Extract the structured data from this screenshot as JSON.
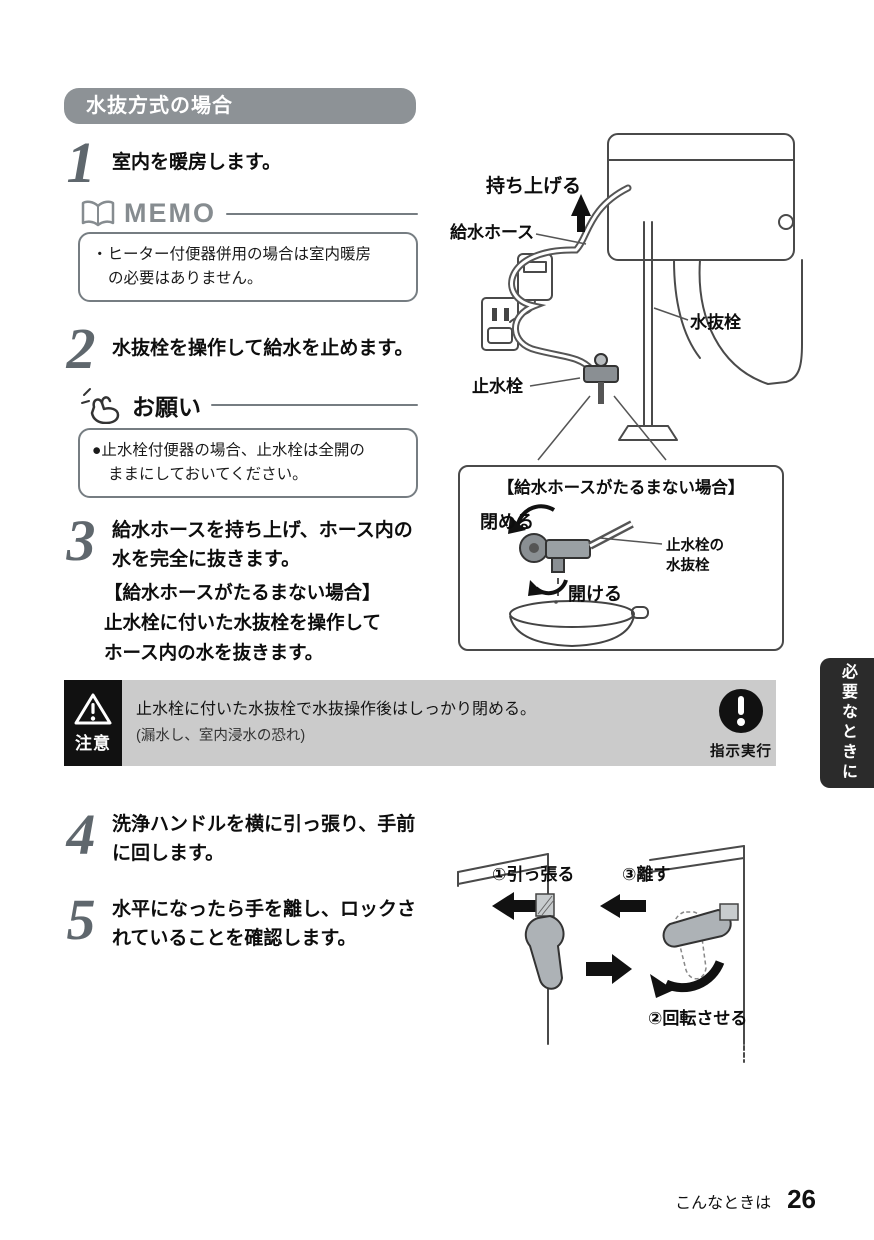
{
  "header": {
    "section_title": "水抜方式の場合"
  },
  "steps": {
    "s1": {
      "num": "1",
      "line1": "室内を暖房します。"
    },
    "s2": {
      "num": "2",
      "line1": "水抜栓を操作して給水を止めます。"
    },
    "s3": {
      "num": "3",
      "line1": "給水ホースを持ち上げ、ホース内の",
      "line2": "水を完全に抜きます。",
      "sub1": "【給水ホースがたるまない場合】",
      "sub2": "止水栓に付いた水抜栓を操作して",
      "sub3": "ホース内の水を抜きます。"
    },
    "s4": {
      "num": "4",
      "line1": "洗浄ハンドルを横に引っ張り、手前",
      "line2": "に回します。"
    },
    "s5": {
      "num": "5",
      "line1": "水平になったら手を離し、ロックさ",
      "line2": "れていることを確認します。"
    }
  },
  "memo": {
    "title": "MEMO",
    "line1": "・ヒーター付便器併用の場合は室内暖房",
    "line2": "の必要はありません。"
  },
  "onegai": {
    "title": "お願い",
    "line1": "●止水栓付便器の場合、止水栓は全開の",
    "line2": "ままにしておいてください。"
  },
  "caution": {
    "label": "注意",
    "line1": "止水栓に付いた水抜栓で水抜操作後はしっかり閉める。",
    "line2": "(漏水し、室内浸水の恐れ)",
    "badge": "指示実行"
  },
  "diagram_top": {
    "lift": "持ち上げる",
    "hose": "給水ホース",
    "drain_valve": "水抜栓",
    "stop_valve": "止水栓",
    "callout_title": "【給水ホースがたるまない場合】",
    "close": "閉める",
    "open": "開ける",
    "valve_label_1": "止水栓の",
    "valve_label_2": "水抜栓"
  },
  "diagram_bottom": {
    "pull": "①引っ張る",
    "release": "③離す",
    "rotate": "②回転させる"
  },
  "side_tab": {
    "label": "必要なときに"
  },
  "footer": {
    "label": "こんなときは",
    "page": "26"
  },
  "colors": {
    "header_bg": "#8d9296",
    "caution_bg": "#cbcbcb",
    "side_tab_bg": "#2b2b2b"
  }
}
